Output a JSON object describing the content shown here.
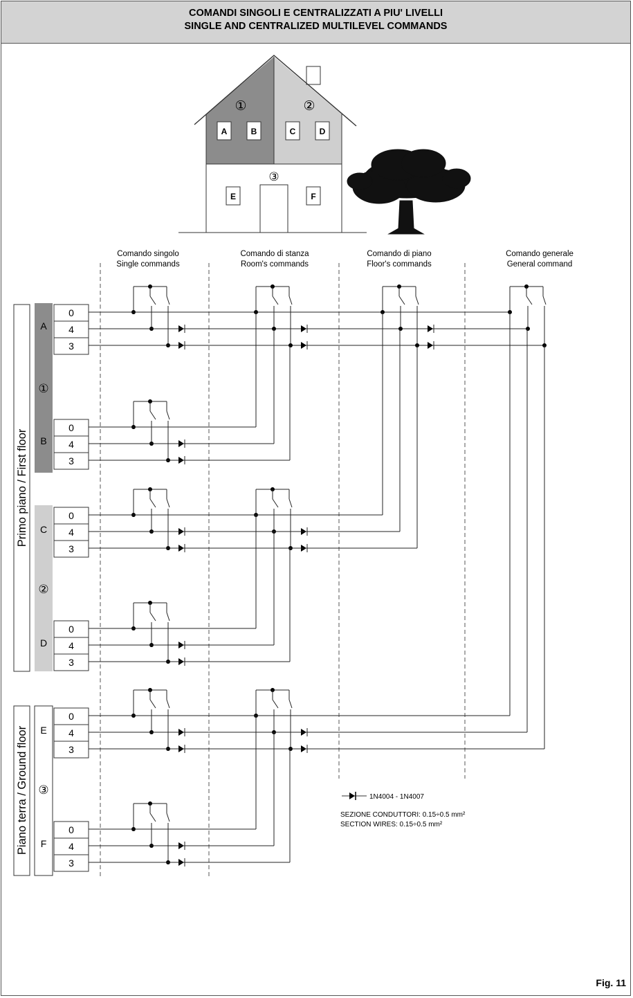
{
  "header": {
    "line1": "COMANDI SINGOLI E CENTRALIZZATI A PIU' LIVELLI",
    "line2": "SINGLE AND CENTRALIZED MULTILEVEL COMMANDS"
  },
  "house": {
    "zone1": "①",
    "zone2": "②",
    "zone3": "③",
    "rooms": [
      "A",
      "B",
      "C",
      "D",
      "E",
      "F"
    ],
    "colors": {
      "zone1": "#8c8c8c",
      "zone2": "#cfcfcf",
      "zone3": "#ffffff"
    }
  },
  "columns": [
    {
      "line1": "Comando singolo",
      "line2": "Single commands"
    },
    {
      "line1": "Comando di stanza",
      "line2": "Room's commands"
    },
    {
      "line1": "Comando di piano",
      "line2": "Floor's commands"
    },
    {
      "line1": "Comando generale",
      "line2": "General command"
    }
  ],
  "floors": {
    "first": "Primo piano / First floor",
    "ground": "Piano terra / Ground floor"
  },
  "terminals": [
    "0",
    "4",
    "3"
  ],
  "legend": {
    "diode": "1N4004 - 1N4007",
    "section_it": "SEZIONE CONDUTTORI: 0.15÷0.5 mm²",
    "section_en": "SECTION WIRES: 0.15÷0.5 mm²"
  },
  "figure": "Fig. 11"
}
